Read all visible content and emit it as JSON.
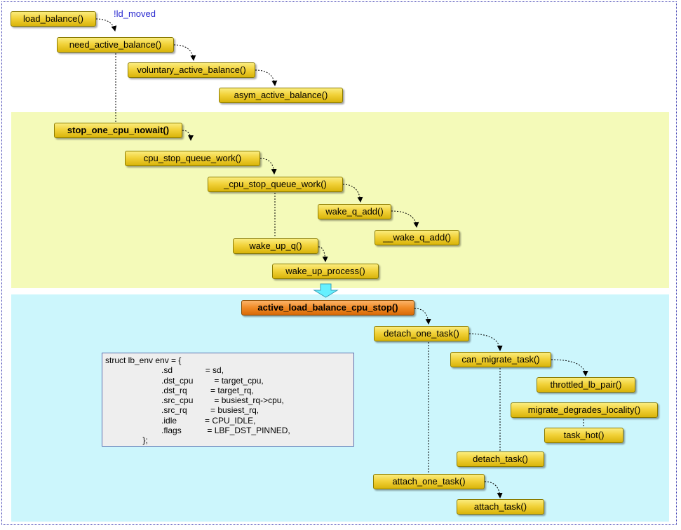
{
  "annotation": "!ld_moved",
  "nodes": {
    "load_balance": "load_balance()",
    "need_active_balance": "need_active_balance()",
    "voluntary_active_balance": "voluntary_active_balance()",
    "asym_active_balance": "asym_active_balance()",
    "stop_one_cpu_nowait": "stop_one_cpu_nowait()",
    "cpu_stop_queue_work": "cpu_stop_queue_work()",
    "_cpu_stop_queue_work": "_cpu_stop_queue_work()",
    "wake_q_add": "wake_q_add()",
    "__wake_q_add": "__wake_q_add()",
    "wake_up_q": "wake_up_q()",
    "wake_up_process": "wake_up_process()",
    "active_load_balance_cpu_stop": "active_load_balance_cpu_stop()",
    "detach_one_task": "detach_one_task()",
    "can_migrate_task": "can_migrate_task()",
    "throttled_lb_pair": "throttled_lb_pair()",
    "migrate_degrades_locality": "migrate_degrades_locality()",
    "task_hot": "task_hot()",
    "detach_task": "detach_task()",
    "attach_one_task": "attach_one_task()",
    "attach_task": "attach_task()"
  },
  "code": {
    "lines": [
      "struct lb_env env = {",
      "                        .sd              = sd,",
      "                        .dst_cpu         = target_cpu,",
      "                        .dst_rq          = target_rq,",
      "                        .src_cpu         = busiest_rq->cpu,",
      "                        .src_rq          = busiest_rq,",
      "                        .idle            = CPU_IDLE,",
      "                        .flags           = LBF_DST_PINNED,",
      "                };"
    ]
  },
  "colors": {
    "node_yellow": "#f2d23a",
    "node_orange": "#f08a25",
    "panel_yellow": "#f4fab9",
    "panel_cyan": "#ccf6fc",
    "annotation": "#2a2ad0",
    "arrow_cyan": "#66f0ff"
  }
}
